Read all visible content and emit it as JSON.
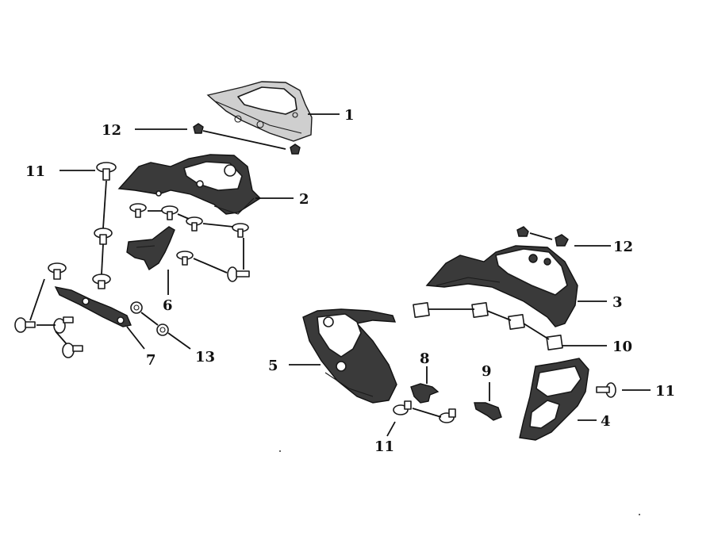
{
  "callouts": {
    "c1": "1",
    "c2": "2",
    "c3": "3",
    "c4": "4",
    "c5": "5",
    "c6": "6",
    "c7": "7",
    "c8": "8",
    "c9": "9",
    "c10": "10",
    "c11a": "11",
    "c11b": "11",
    "c11c": "11",
    "c12a": "12",
    "c12b": "12",
    "c13": "13"
  },
  "colors": {
    "ink": "#111111",
    "background": "#ffffff"
  }
}
